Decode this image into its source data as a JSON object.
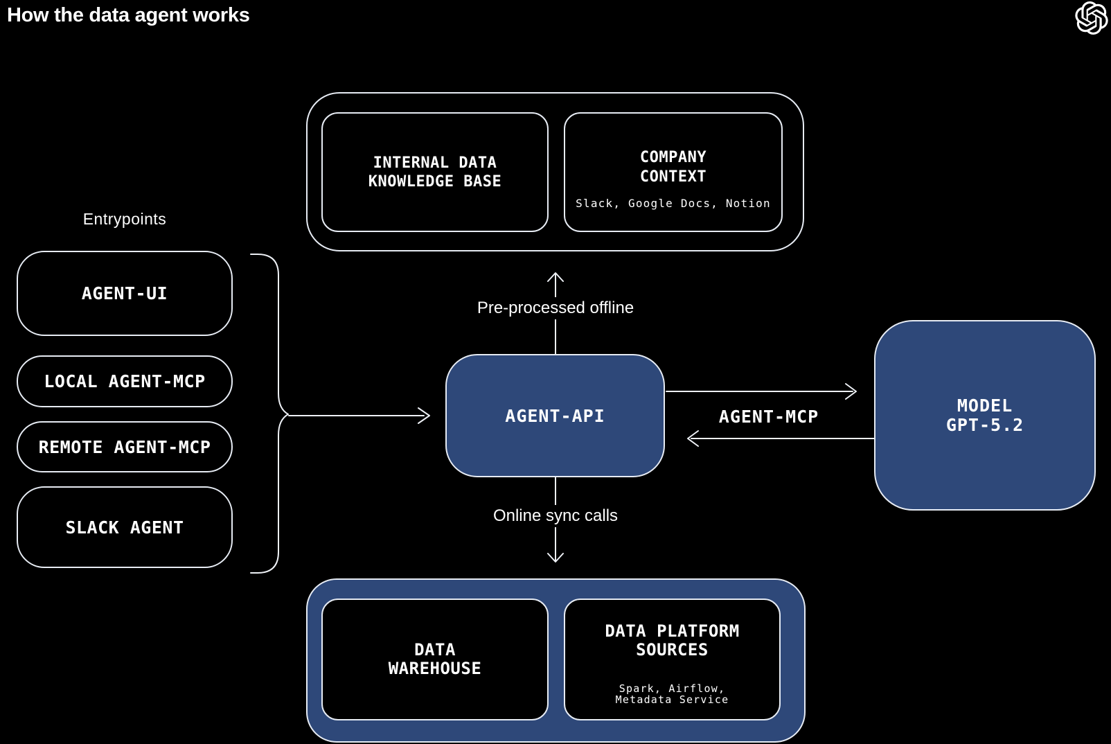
{
  "colors": {
    "background": "#000000",
    "accent_blue": "#2e4879",
    "outline": "#e7ecf4",
    "text": "#ffffff"
  },
  "header": {
    "title": "How the data agent works",
    "logo": "openai-logo"
  },
  "entrypoints": {
    "label": "Entrypoints",
    "items": [
      {
        "label": "AGENT-UI"
      },
      {
        "label": "LOCAL AGENT-MCP"
      },
      {
        "label": "REMOTE AGENT-MCP"
      },
      {
        "label": "SLACK AGENT"
      }
    ]
  },
  "knowledge_group": {
    "internal_data": {
      "title": "INTERNAL DATA\nKNOWLEDGE BASE"
    },
    "company_context": {
      "title": "COMPANY\nCONTEXT",
      "subtitle": "Slack, Google Docs, Notion"
    }
  },
  "agent_api": {
    "label": "AGENT-API"
  },
  "model": {
    "label": "MODEL\nGPT-5.2"
  },
  "flows": {
    "preprocessed": "Pre-processed offline",
    "online_sync": "Online sync calls",
    "agent_mcp": "AGENT-MCP"
  },
  "data_group": {
    "data_warehouse": {
      "title": "DATA\nWAREHOUSE"
    },
    "data_platform": {
      "title": "DATA PLATFORM\nSOURCES",
      "subtitle": "Spark, Airflow,\nMetadata Service"
    }
  }
}
